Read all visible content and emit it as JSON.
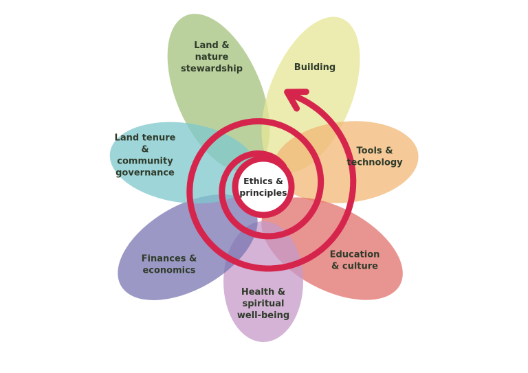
{
  "center": {
    "lines": [
      "Ethics &",
      "principles"
    ],
    "fill": "#ffffff"
  },
  "arrow_color": "#d6254d",
  "petals": [
    {
      "id": "land-nature",
      "lines": [
        "Land &",
        "nature",
        "stewardship"
      ],
      "color": "#a3c27d"
    },
    {
      "id": "building",
      "lines": [
        "Building"
      ],
      "color": "#e6e596"
    },
    {
      "id": "tools-technology",
      "lines": [
        "Tools &",
        "technology"
      ],
      "color": "#f2b775"
    },
    {
      "id": "education-culture",
      "lines": [
        "Education",
        "& culture"
      ],
      "color": "#e0706c"
    },
    {
      "id": "health-wellbeing",
      "lines": [
        "Health &",
        "spiritual",
        "well-being"
      ],
      "color": "#c59ac8"
    },
    {
      "id": "finances-economics",
      "lines": [
        "Finances &",
        "economics"
      ],
      "color": "#7975b2"
    },
    {
      "id": "land-tenure",
      "lines": [
        "Land tenure",
        "&",
        "community",
        "governance"
      ],
      "color": "#7ec7cc"
    }
  ]
}
